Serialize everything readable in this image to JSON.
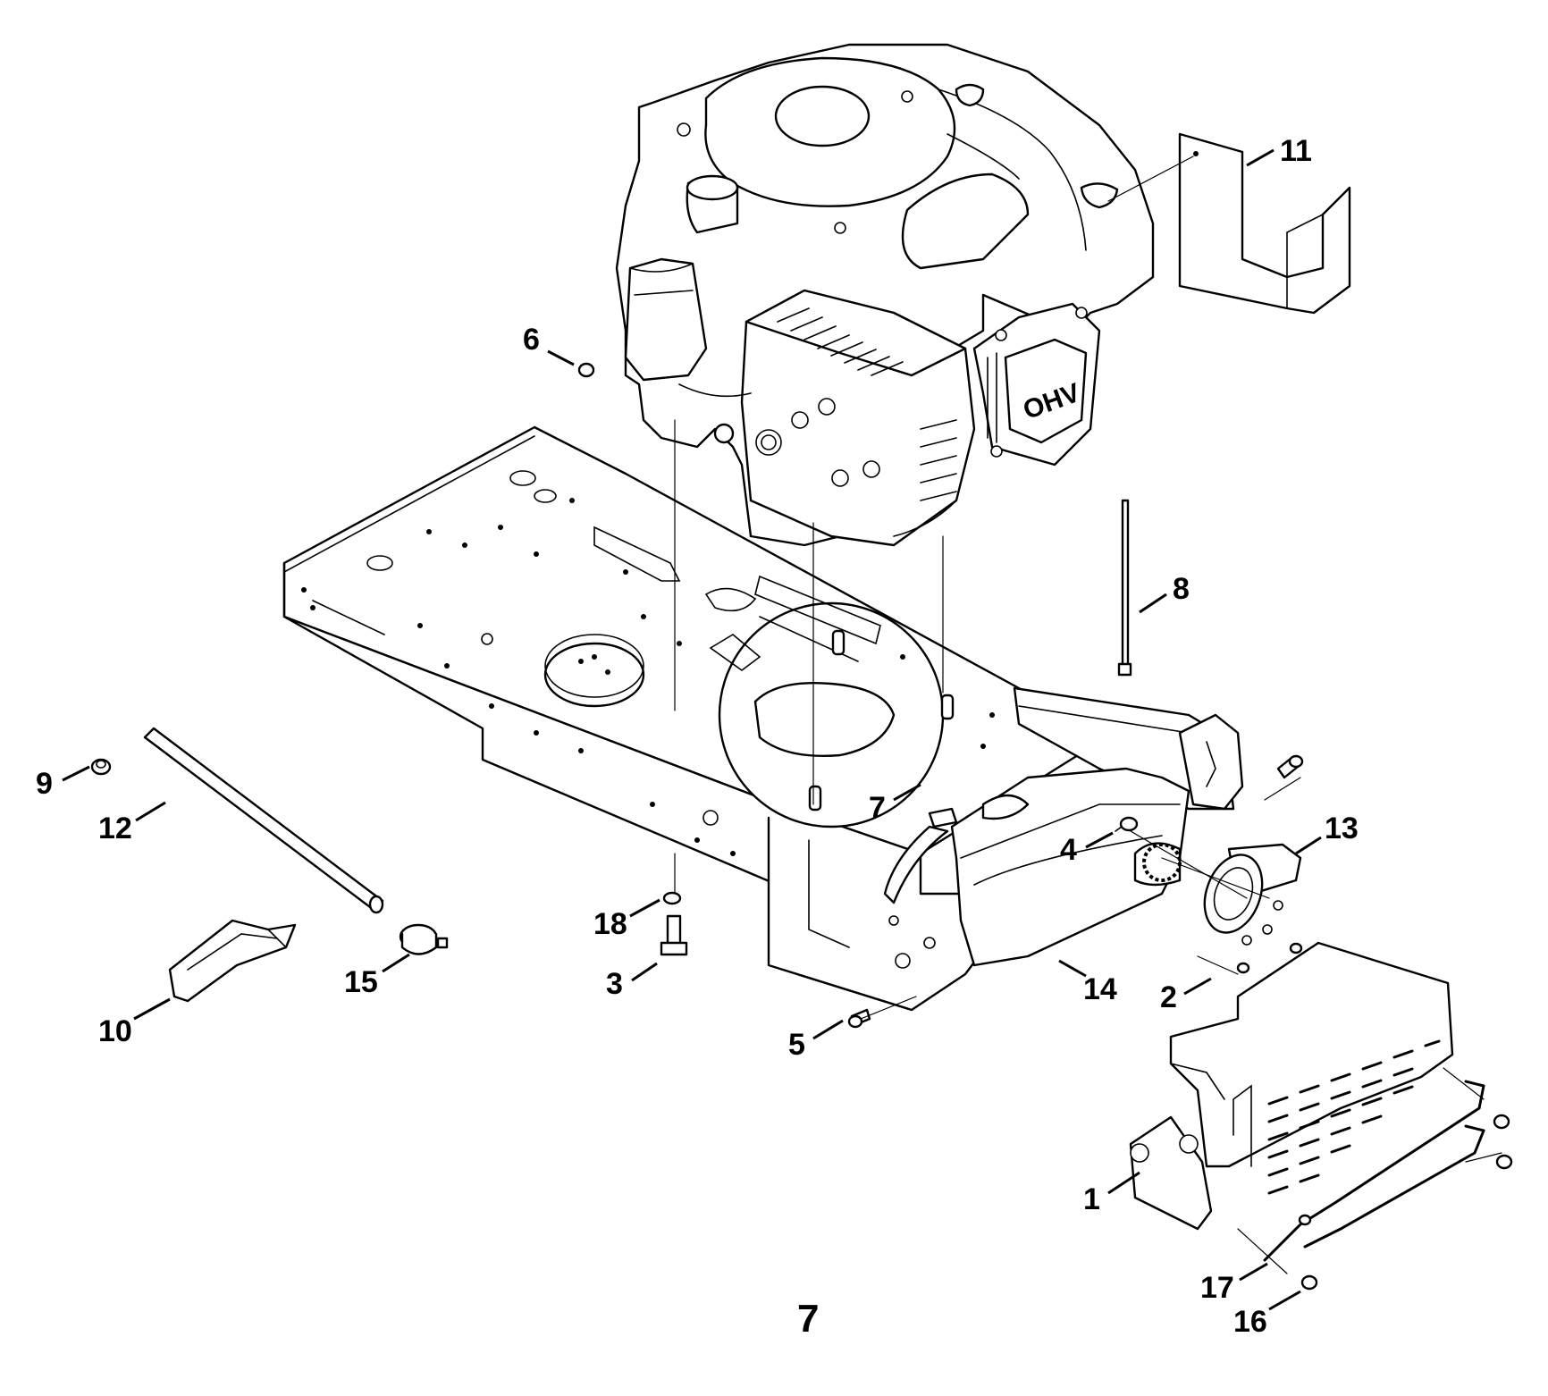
{
  "diagram": {
    "figure_number": "7",
    "parts": [
      {
        "id": "engine",
        "callout": ""
      },
      {
        "id": "frame",
        "callout": ""
      },
      {
        "id": "1",
        "callout": "1"
      },
      {
        "id": "2",
        "callout": "2"
      },
      {
        "id": "3",
        "callout": "3"
      },
      {
        "id": "4",
        "callout": "4"
      },
      {
        "id": "5",
        "callout": "5"
      },
      {
        "id": "6",
        "callout": "6"
      },
      {
        "id": "7",
        "callout": "7"
      },
      {
        "id": "8",
        "callout": "8"
      },
      {
        "id": "9",
        "callout": "9"
      },
      {
        "id": "10",
        "callout": "10"
      },
      {
        "id": "11",
        "callout": "11"
      },
      {
        "id": "12",
        "callout": "12"
      },
      {
        "id": "13",
        "callout": "13"
      },
      {
        "id": "14",
        "callout": "14"
      },
      {
        "id": "15",
        "callout": "15"
      },
      {
        "id": "16",
        "callout": "16"
      },
      {
        "id": "17",
        "callout": "17"
      },
      {
        "id": "18",
        "callout": "18"
      }
    ],
    "engine_valve_cover_mark": "OHV",
    "line_color": "#000000",
    "background_color": "#ffffff"
  }
}
